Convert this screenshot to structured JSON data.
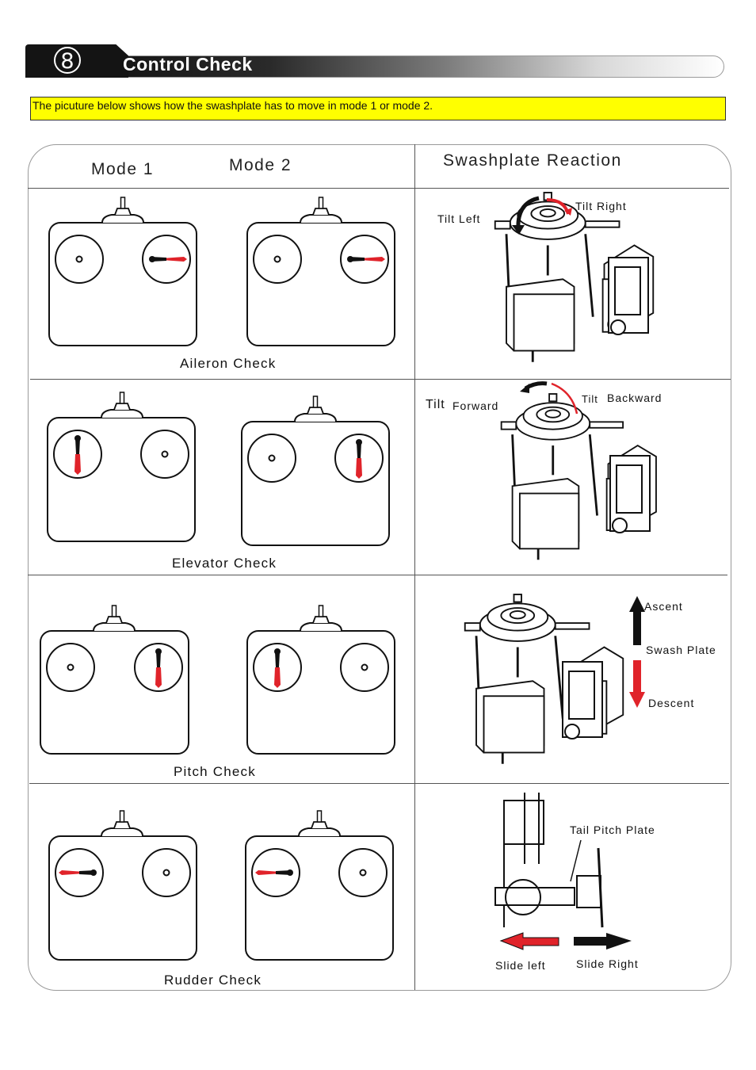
{
  "header": {
    "step_number": "8",
    "title": "Control Check"
  },
  "note": "The picuture below shows how the swashplate has to move in mode 1 or mode 2.",
  "columns": {
    "mode1": "Mode  1",
    "mode2": "Mode  2",
    "reaction": "Swashplate  Reaction"
  },
  "rows": [
    {
      "check": "Aileron  Check",
      "labels": [
        "Tilt  Left",
        "Tilt  Right"
      ]
    },
    {
      "check": "Elevator  Check",
      "labels": [
        "Tilt",
        "Forward",
        "Tilt",
        "Backward"
      ]
    },
    {
      "check": "Pitch  Check",
      "labels": [
        "Ascent",
        "Swash  Plate",
        "Descent"
      ]
    },
    {
      "check": "Rudder  Check",
      "labels": [
        "Tail  Pitch Plate",
        "Slide  left",
        "Slide  Right"
      ]
    }
  ],
  "colors": {
    "accent_red": "#e0232a",
    "note_bg": "#ffff00",
    "header_dark": "#141414"
  }
}
